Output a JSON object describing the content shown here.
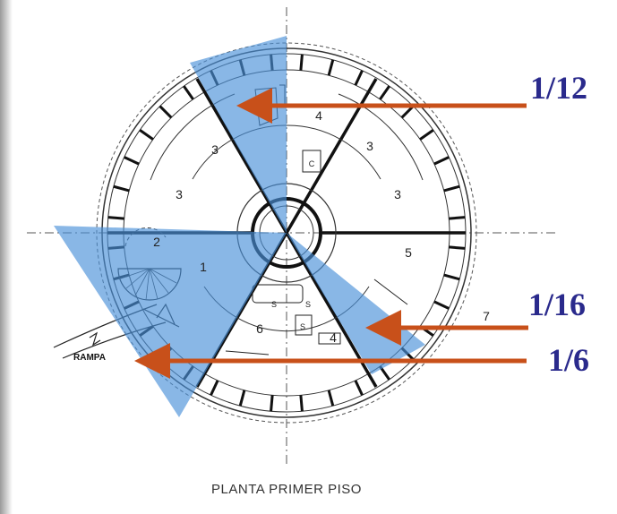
{
  "plan_title": "PLANTA PRIMER PISO",
  "ramp_label": "RAMPA",
  "room_labels": {
    "r4_top": "4",
    "r3_upper_left": "3",
    "r3_lower_left": "3",
    "r3_upper_right": "3",
    "r3_lower_right": "3",
    "r2": "2",
    "r1": "1",
    "r5": "5",
    "r6": "6",
    "r4_bottom": "4",
    "r7": "7",
    "c_top": "C",
    "s_a": "S",
    "s_b": "S",
    "s_c": "S"
  },
  "fractions": {
    "one_twelfth": "1/12",
    "one_sixteenth": "1/16",
    "one_sixth": "1/6"
  },
  "colors": {
    "highlight": "#4a90d9",
    "arrow": "#c8501a",
    "fraction_text": "#2a2a8c",
    "walls": "#111111"
  }
}
